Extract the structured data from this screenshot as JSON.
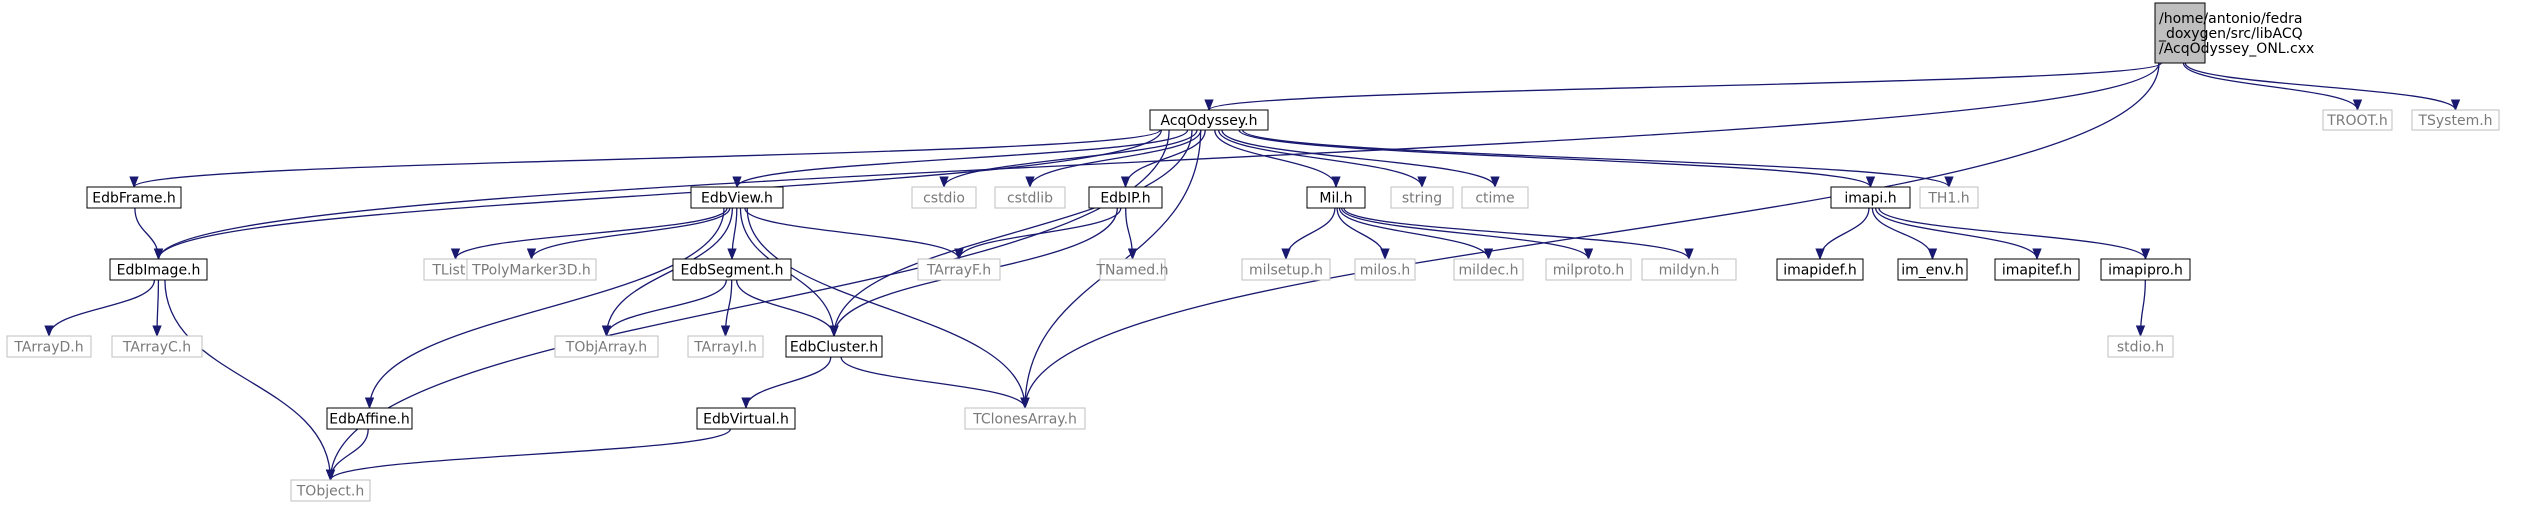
{
  "title": "",
  "colors": {
    "edge": "#191970",
    "local_border": "#000000",
    "external_border": "#bfbfbf",
    "root_fill": "#bfbfbf",
    "external_text": "#7a7a7a"
  },
  "nodes": [
    {
      "id": "root",
      "kind": "root",
      "lines": [
        "/home/antonio/fedra",
        "_doxygen/src/libACQ",
        "/AcqOdyssey_ONL.cxx"
      ]
    },
    {
      "id": "acqodyssey",
      "kind": "local",
      "lines": [
        "AcqOdyssey.h"
      ]
    },
    {
      "id": "troot",
      "kind": "external",
      "lines": [
        "TROOT.h"
      ]
    },
    {
      "id": "tsystem",
      "kind": "external",
      "lines": [
        "TSystem.h"
      ]
    },
    {
      "id": "edbframe",
      "kind": "local",
      "lines": [
        "EdbFrame.h"
      ]
    },
    {
      "id": "edbimage",
      "kind": "local",
      "lines": [
        "EdbImage.h"
      ]
    },
    {
      "id": "edbview",
      "kind": "local",
      "lines": [
        "EdbView.h"
      ]
    },
    {
      "id": "cstdio",
      "kind": "external",
      "lines": [
        "cstdio"
      ]
    },
    {
      "id": "cstdlib",
      "kind": "external",
      "lines": [
        "cstdlib"
      ]
    },
    {
      "id": "edbip",
      "kind": "local",
      "lines": [
        "EdbIP.h"
      ]
    },
    {
      "id": "mil",
      "kind": "local",
      "lines": [
        "Mil.h"
      ]
    },
    {
      "id": "string",
      "kind": "external",
      "lines": [
        "string"
      ]
    },
    {
      "id": "ctime",
      "kind": "external",
      "lines": [
        "ctime"
      ]
    },
    {
      "id": "imapi",
      "kind": "local",
      "lines": [
        "imapi.h"
      ]
    },
    {
      "id": "th1",
      "kind": "external",
      "lines": [
        "TH1.h"
      ]
    },
    {
      "id": "tarrayd",
      "kind": "external",
      "lines": [
        "TArrayD.h"
      ]
    },
    {
      "id": "tarrayc",
      "kind": "external",
      "lines": [
        "TArrayC.h"
      ]
    },
    {
      "id": "tlist",
      "kind": "external",
      "lines": [
        "TList.h"
      ]
    },
    {
      "id": "tpolymarker",
      "kind": "external",
      "lines": [
        "TPolyMarker3D.h"
      ]
    },
    {
      "id": "edbsegment",
      "kind": "local",
      "lines": [
        "EdbSegment.h"
      ]
    },
    {
      "id": "tarrayf",
      "kind": "external",
      "lines": [
        "TArrayF.h"
      ]
    },
    {
      "id": "tnamed",
      "kind": "external",
      "lines": [
        "TNamed.h"
      ]
    },
    {
      "id": "milsetup",
      "kind": "external",
      "lines": [
        "milsetup.h"
      ]
    },
    {
      "id": "milos",
      "kind": "external",
      "lines": [
        "milos.h"
      ]
    },
    {
      "id": "mildec",
      "kind": "external",
      "lines": [
        "mildec.h"
      ]
    },
    {
      "id": "milproto",
      "kind": "external",
      "lines": [
        "milproto.h"
      ]
    },
    {
      "id": "mildyn",
      "kind": "external",
      "lines": [
        "mildyn.h"
      ]
    },
    {
      "id": "imapidef",
      "kind": "local",
      "lines": [
        "imapidef.h"
      ]
    },
    {
      "id": "imenv",
      "kind": "local",
      "lines": [
        "im_env.h"
      ]
    },
    {
      "id": "imapitef",
      "kind": "local",
      "lines": [
        "imapitef.h"
      ]
    },
    {
      "id": "imapipro",
      "kind": "local",
      "lines": [
        "imapipro.h"
      ]
    },
    {
      "id": "tobjarray",
      "kind": "external",
      "lines": [
        "TObjArray.h"
      ]
    },
    {
      "id": "tarrayi",
      "kind": "external",
      "lines": [
        "TArrayI.h"
      ]
    },
    {
      "id": "edbcluster",
      "kind": "local",
      "lines": [
        "EdbCluster.h"
      ]
    },
    {
      "id": "stdio",
      "kind": "external",
      "lines": [
        "stdio.h"
      ]
    },
    {
      "id": "edbaffine",
      "kind": "local",
      "lines": [
        "EdbAffine.h"
      ]
    },
    {
      "id": "edbvirtual",
      "kind": "local",
      "lines": [
        "EdbVirtual.h"
      ]
    },
    {
      "id": "tclonesarray",
      "kind": "external",
      "lines": [
        "TClonesArray.h"
      ]
    },
    {
      "id": "tobject",
      "kind": "external",
      "lines": [
        "TObject.h"
      ]
    }
  ],
  "edges": [
    [
      "root",
      "acqodyssey"
    ],
    [
      "root",
      "edbimage"
    ],
    [
      "root",
      "troot"
    ],
    [
      "root",
      "tsystem"
    ],
    [
      "root",
      "tclonesarray"
    ],
    [
      "acqodyssey",
      "edbframe"
    ],
    [
      "acqodyssey",
      "edbimage"
    ],
    [
      "acqodyssey",
      "edbview"
    ],
    [
      "acqodyssey",
      "cstdio"
    ],
    [
      "acqodyssey",
      "cstdlib"
    ],
    [
      "acqodyssey",
      "edbip"
    ],
    [
      "acqodyssey",
      "mil"
    ],
    [
      "acqodyssey",
      "string"
    ],
    [
      "acqodyssey",
      "ctime"
    ],
    [
      "acqodyssey",
      "imapi"
    ],
    [
      "acqodyssey",
      "th1"
    ],
    [
      "acqodyssey",
      "tobject"
    ],
    [
      "acqodyssey",
      "edbcluster"
    ],
    [
      "acqodyssey",
      "tclonesarray"
    ],
    [
      "edbframe",
      "edbimage"
    ],
    [
      "edbimage",
      "tarrayd"
    ],
    [
      "edbimage",
      "tarrayc"
    ],
    [
      "edbimage",
      "tobject"
    ],
    [
      "edbview",
      "tlist"
    ],
    [
      "edbview",
      "tpolymarker"
    ],
    [
      "edbview",
      "edbsegment"
    ],
    [
      "edbview",
      "tarrayf"
    ],
    [
      "edbview",
      "tobjarray"
    ],
    [
      "edbview",
      "edbcluster"
    ],
    [
      "edbview",
      "edbaffine"
    ],
    [
      "edbview",
      "tclonesarray"
    ],
    [
      "edbip",
      "tarrayf"
    ],
    [
      "edbip",
      "tnamed"
    ],
    [
      "edbip",
      "edbcluster"
    ],
    [
      "mil",
      "milsetup"
    ],
    [
      "mil",
      "milos"
    ],
    [
      "mil",
      "mildec"
    ],
    [
      "mil",
      "milproto"
    ],
    [
      "mil",
      "mildyn"
    ],
    [
      "imapi",
      "imapidef"
    ],
    [
      "imapi",
      "imenv"
    ],
    [
      "imapi",
      "imapitef"
    ],
    [
      "imapi",
      "imapipro"
    ],
    [
      "imapipro",
      "stdio"
    ],
    [
      "edbsegment",
      "tobjarray"
    ],
    [
      "edbsegment",
      "tarrayi"
    ],
    [
      "edbsegment",
      "edbcluster"
    ],
    [
      "edbcluster",
      "edbvirtual"
    ],
    [
      "edbcluster",
      "tclonesarray"
    ],
    [
      "edbaffine",
      "tobject"
    ],
    [
      "edbvirtual",
      "tobject"
    ]
  ]
}
